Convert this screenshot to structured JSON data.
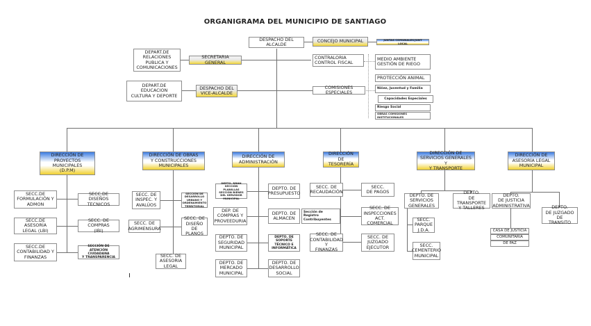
{
  "title": "ORGANIGRAMA DEL MUNICIPIO DE SANTIAGO",
  "top": {
    "alcalde": "DESPACHO DEL ALCALDE",
    "concejo": "CONCEJO MUNICIPAL",
    "juntas": "JUNTAS COMUNALES/JUNT LOCAL",
    "relaciones": "DEPART.DE\nRELACIONES\nPUBLICA Y\nCOMUNICACIONES",
    "secretaria": "SECRETARIA GENERAL",
    "contraloria": "CONTRALORIA\nCONTROL FISCAL",
    "educacion": "DEPART.DE\nEDUCACION\nCULTURA Y DEPORTE",
    "vicealcalde": "DESPACHO DEL\nVICE-ALCALDE",
    "comisiones": "COMISIONES ESPECIALES"
  },
  "committees": [
    "MEDIO AMBIENTE\nGESTIÓN DE RIEGO",
    "PROTECCIÓN ANIMAL",
    "Niñez, Juventud y Familia",
    "Capacidades Especiales",
    "Riesgo Social",
    "OBRAS COMISIONES\nINSTITUCIONALES"
  ],
  "directions": {
    "dpm": {
      "head": "DIRECCIÓN DE\nPROYECTOS\nMUNICIPALES\n(D.P.M)",
      "formulacion": "SECC.DE\nFORMULACIÓN Y\nADMON",
      "disenos": "SECC.DE\nDISEÑOS TECNICOS",
      "asesoria": "SECC.DE ASESORÍA\nLEGAL (LBI)",
      "compras": "SECC. DE COMPRAS\n(IBI)",
      "contabilidad": "SECC.DE\nCONTABILIDAD Y\nFINANZAS",
      "atencion": "SECCIÓN DE\nATENCIÓN CIUDADANA\nY TRANSPARENCIA"
    },
    "obras": {
      "head": "DIRECCIÓN DE OBRAS\nY CONSTRUCCIONES\nMUNICIPALES",
      "inspec": "SECC. DE\nINSPEC. Y\nAVALÚOS",
      "desarrollo": "SECCIÓN DE\nDESARROLLO URBANO Y\nORDENAMIENTO\nTERRITORIAL",
      "agrimensura": "SECC. DE\nAGRIMENSURA",
      "planos": "SECC. DE\nDISEÑO DE\nPLANOS",
      "asesoria": "SECC. DE\nASESORIA\nLEGAL"
    },
    "admin": {
      "head": "DIRECCIÓN DE\nADMINISTRACIÓN",
      "rrhh": "DEPTO. RRHH\nSECCIÓN PLANILLAS\nSECCIÓN BIENES\nDEL SERVIDOR\nMUNICIPAL",
      "presupuesto": "DEPTO. DE\nPRESUPUESTO",
      "compras": "DEP. DE\nCOMPRAS Y\nPROVEEDURIA",
      "almacen": "DEPTO. DE\nALMACEN",
      "seguridad": "DEPTO. DE\nSEGURIDAD\nMUNICIPAL",
      "soporte": "DEPTO. DE\nSOPORTE\nTÉCNICO E\nINFORMÁTICA",
      "mercado": "DEPTO. DE\nMERCADO\nMUNICIPAL",
      "social": "DEPTO. DE\nDESARROLLO\nSOCIAL"
    },
    "tesoreria": {
      "head": "DIRECCIÓN DE\nTESORERÍA",
      "recaudacion": "SECC. DE\nRECAUDACIÓN",
      "pagos": "SECC.\nDE PAGOS",
      "registro": "Sección de\nRegistro\nContribuyentes",
      "inspecciones": "SECC. DE\nINSPECCIONES\nACT. COMERCIAL",
      "contabilidad": "SECC. DE\nCONTABILIDAD Y\nFINANZAS",
      "juzgado": "SECC. DE\nJUZGADO\nEJECUTOR"
    },
    "servicios": {
      "head": "DIRECCIÓN DE\nSERVICIOS GENERALES Y\nY TRANSPORTE",
      "generales": "DEPTO. DE\nSERVICIOS\nGENERALES",
      "transporte": "DEPTO.\nDE TRANSPORTE\nY TALLERES",
      "parque": "SECC.\nPARQUE\nJ.D.A.",
      "cementerio": "SECC.\nCEMENTERIO\nMUNICIPAL"
    },
    "legal": {
      "head": "DIRECCIÓN DE\nASESORÍA LEGAL\nMUNICIPAL",
      "justicia": "DEPTO.\nDE JUSTICIA\nADMINISTRATIVA",
      "transito": "DEPTO.\nDE JUZGADO DE\nTRANSITO",
      "casa": "CASA DE JUSTICIA",
      "comunitaria": "COMUNITARIA",
      "paz": "DE PAZ"
    }
  }
}
